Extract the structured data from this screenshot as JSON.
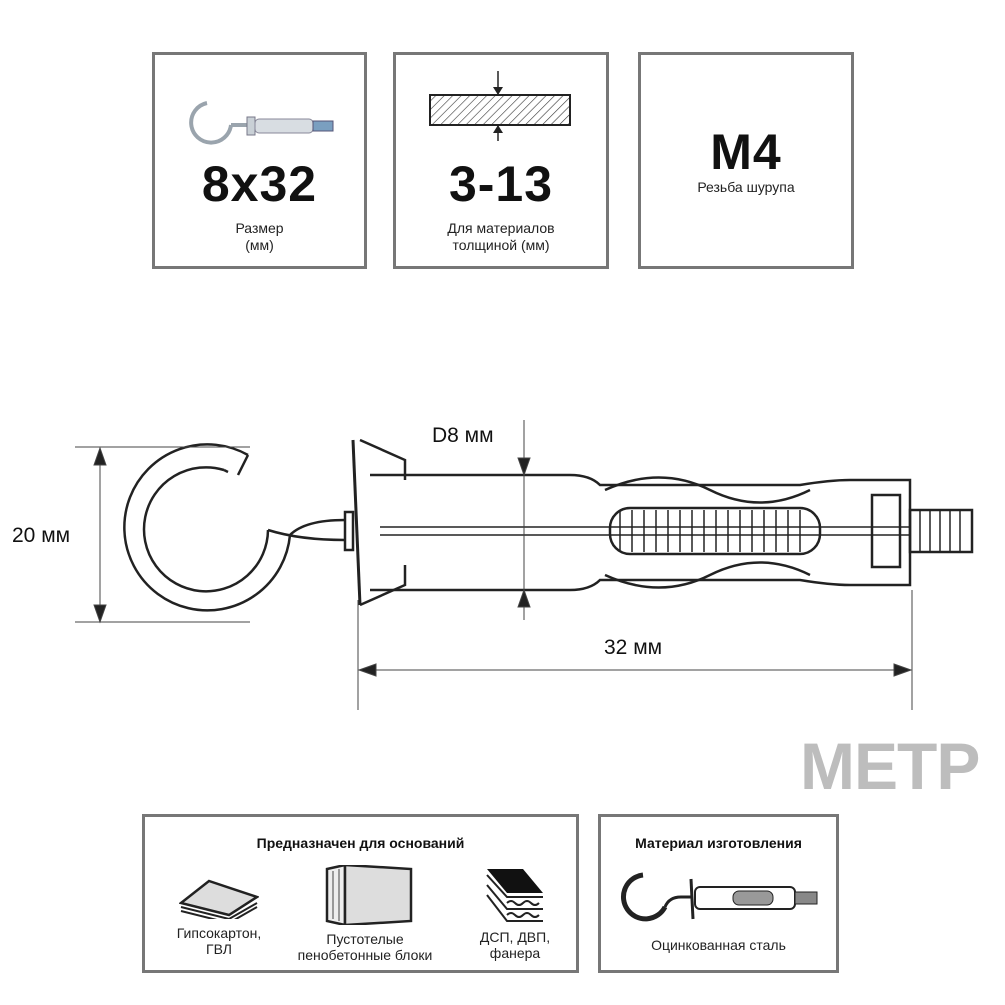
{
  "specs": [
    {
      "value": "8x32",
      "caption_lines": [
        "Размер",
        "(мм)"
      ],
      "icon": "hook-anchor-icon"
    },
    {
      "value": "3-13",
      "caption_lines": [
        "Для материалов",
        "толщиной (мм)"
      ],
      "icon": "material-thickness-icon"
    },
    {
      "value": "M4",
      "caption_lines": [
        "Резьба шурупа"
      ]
    }
  ],
  "drawing": {
    "diameter_label": "D8 мм",
    "height_label": "20 мм",
    "length_label": "32 мм"
  },
  "logo": "МЕТР",
  "bases": {
    "title": "Предназначен для оснований",
    "items": [
      {
        "lines": [
          "Гипсокартон,",
          "ГВЛ"
        ],
        "icon": "drywall-sheets-icon"
      },
      {
        "lines": [
          "Пустотелые",
          "пенобетонные блоки"
        ],
        "icon": "hollow-block-icon"
      },
      {
        "lines": [
          "ДСП, ДВП,",
          "фанера"
        ],
        "icon": "chipboard-layers-icon"
      }
    ]
  },
  "material": {
    "title": "Материал изготовления",
    "value": "Оцинкованная сталь",
    "icon": "hook-anchor-icon"
  },
  "colors": {
    "border": "#777777",
    "logo": "#bdbdbd"
  }
}
